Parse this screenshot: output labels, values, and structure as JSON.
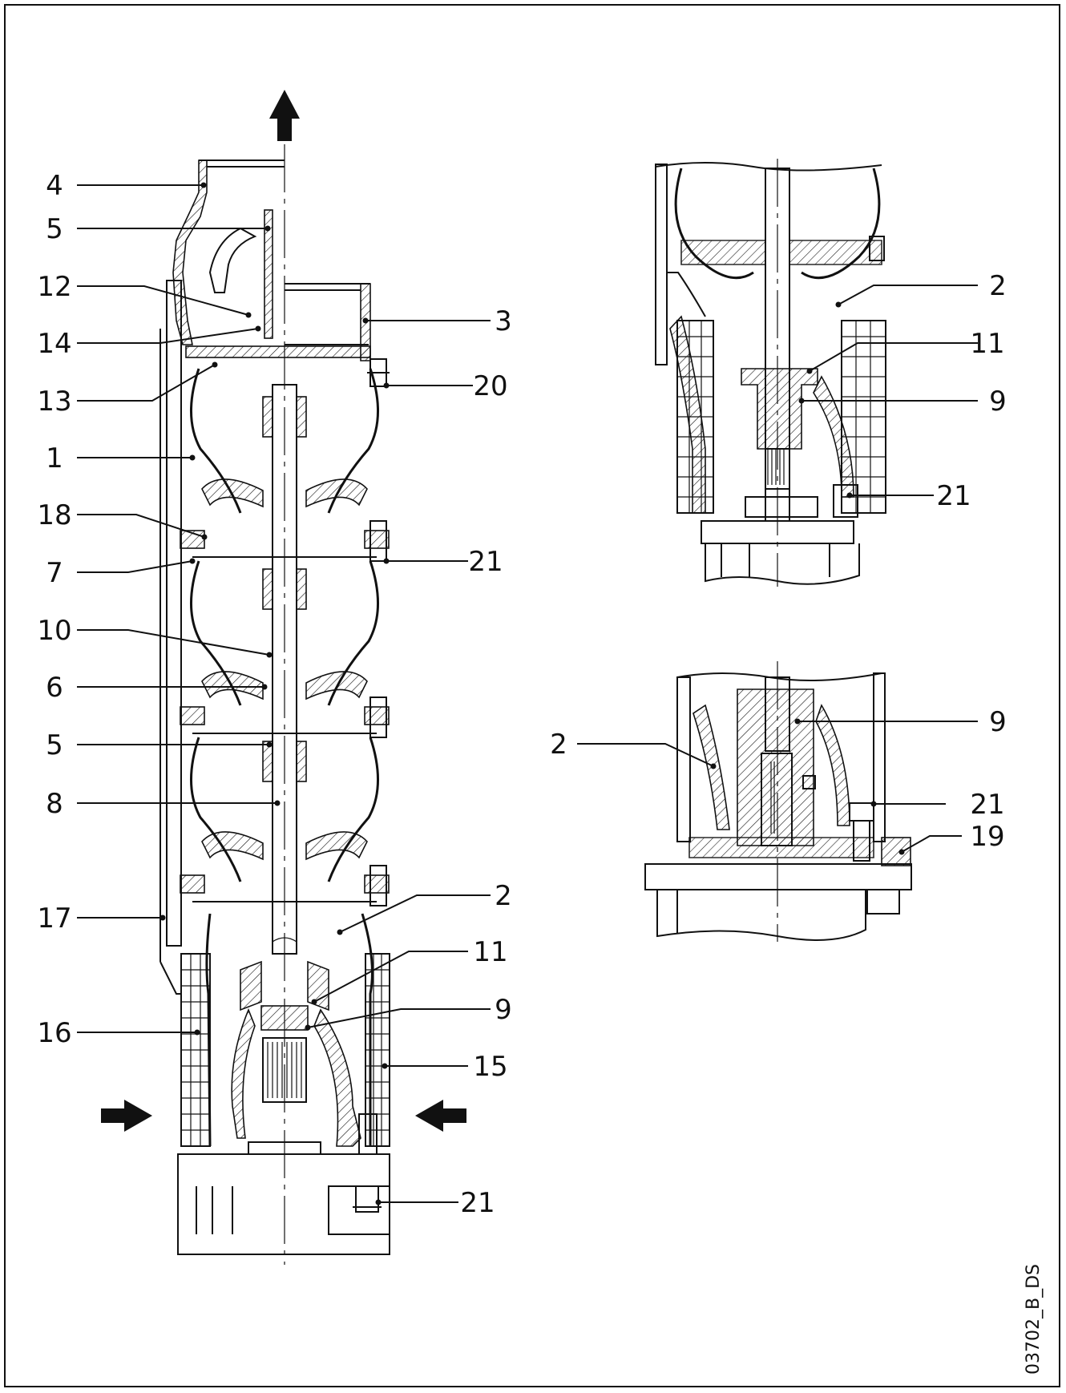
{
  "drawing_code": "03702_B_DS",
  "callouts_main": [
    "4",
    "5",
    "12",
    "14",
    "13",
    "1",
    "18",
    "7",
    "10",
    "6",
    "5",
    "8",
    "17",
    "16",
    "3",
    "20",
    "21",
    "2",
    "11",
    "9",
    "15",
    "21"
  ],
  "callouts_detail_top": [
    "2",
    "11",
    "9",
    "21"
  ],
  "callouts_detail_bottom": [
    "2",
    "9",
    "21",
    "19"
  ]
}
